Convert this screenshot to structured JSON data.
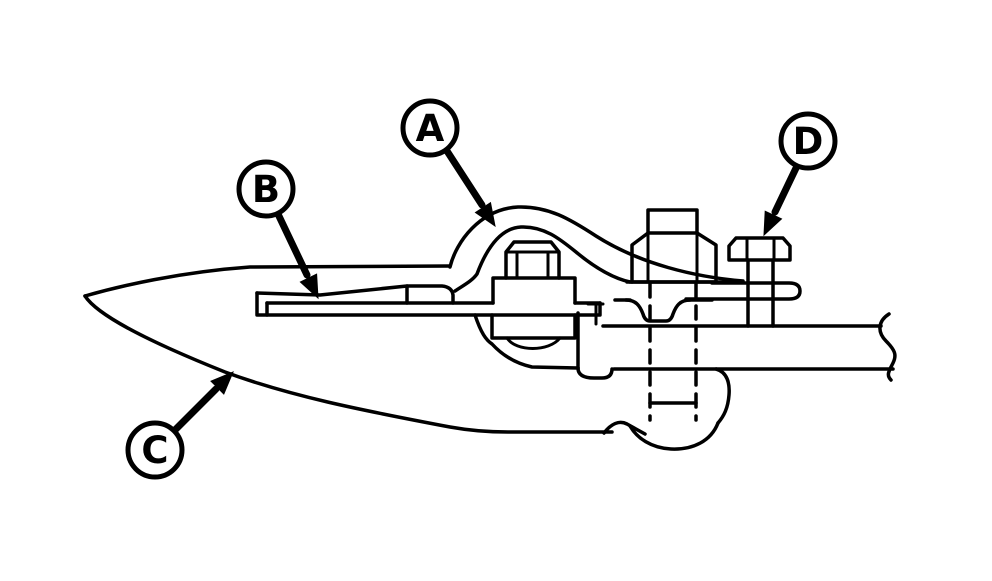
{
  "figure": {
    "background_color": "#ffffff",
    "line_color": "#000000",
    "callouts": [
      {
        "label": "A"
      },
      {
        "label": "B"
      },
      {
        "label": "C"
      },
      {
        "label": "D"
      }
    ]
  }
}
